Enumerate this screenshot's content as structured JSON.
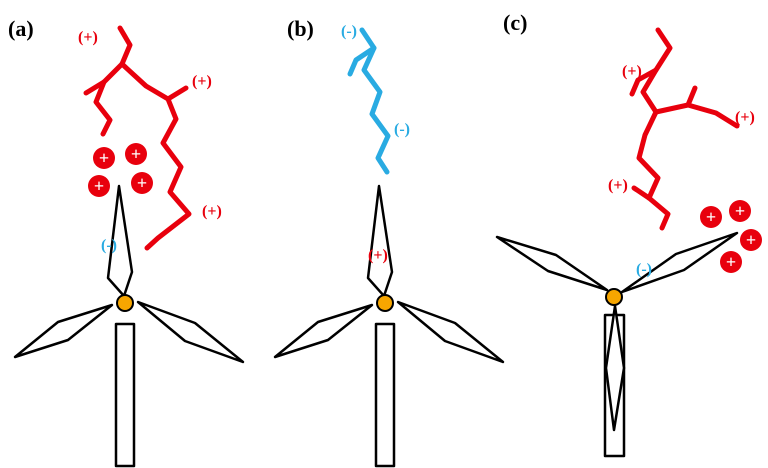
{
  "figure_background": "#ffffff",
  "colors": {
    "positive_leader_red": "#e8000d",
    "negative_leader_blue": "#29abe2",
    "charge_circle_fill": "#e8000d",
    "charge_symbol_color": "#ffffff",
    "hub_fill": "#f7a600",
    "outline": "#000000",
    "background": "#ffffff"
  },
  "charge_symbol": "+",
  "panels": [
    {
      "label": "(a)",
      "labels": {
        "top": "(+)",
        "mid": "(+)",
        "low": "(+)",
        "tip": "(-)"
      },
      "charge_count": 4
    },
    {
      "label": "(b)",
      "labels": {
        "top": "(-)",
        "mid": "(-)",
        "tip": "(+)"
      },
      "charge_count": 0
    },
    {
      "label": "(c)",
      "labels": {
        "top": "(+)",
        "right": "(+)",
        "low": "(+)",
        "tip": "(-)"
      },
      "charge_count": 4
    }
  ]
}
